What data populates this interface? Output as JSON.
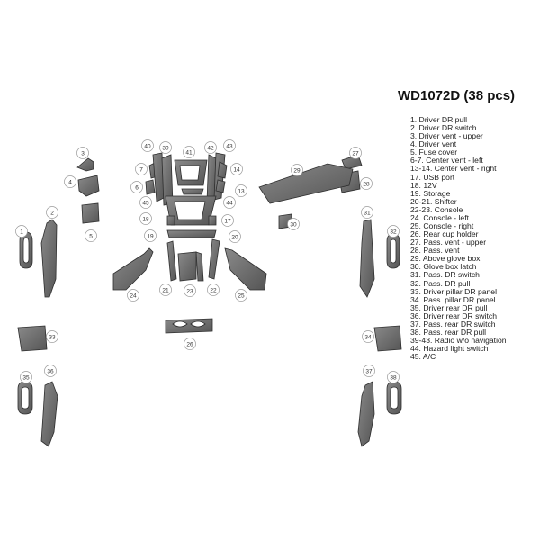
{
  "kit": {
    "title": "WD1072D (38 pcs)"
  },
  "legend": [
    "1. Driver DR pull",
    "2. Driver DR switch",
    "3. Driver vent - upper",
    "4. Driver vent",
    "5. Fuse cover",
    "6-7. Center vent - left",
    "13-14. Center vent - right",
    "17. USB port",
    "18. 12V",
    "19. Storage",
    "20-21. Shifter",
    "22-23. Console",
    "24. Console - left",
    "25. Console - right",
    "26. Rear cup holder",
    "27. Pass. vent - upper",
    "28. Pass. vent",
    "29. Above glove box",
    "30. Glove box latch",
    "31. Pass. DR switch",
    "32. Pass. DR pull",
    "33. Driver pillar DR panel",
    "34. Pass. pillar DR panel",
    "35. Driver rear DR pull",
    "36. Driver rear DR switch",
    "37. Pass. rear DR switch",
    "38. Pass. rear DR pull",
    "39-43. Radio w/o navigation",
    "44. Hazard light switch",
    "45. A/C"
  ],
  "callouts": [
    "1",
    "2",
    "3",
    "4",
    "5",
    "6",
    "7",
    "13",
    "14",
    "17",
    "18",
    "19",
    "20",
    "21",
    "22",
    "23",
    "24",
    "25",
    "26",
    "27",
    "28",
    "29",
    "30",
    "31",
    "32",
    "33",
    "34",
    "35",
    "36",
    "37",
    "38",
    "39",
    "40",
    "41",
    "42",
    "43",
    "44",
    "45"
  ],
  "colors": {
    "piece_fill": "#6b6b6b",
    "piece_dark": "#4a4a4a",
    "piece_stroke": "#2e2e2e",
    "callout_stroke": "#9a9a9a",
    "text": "#222222"
  }
}
